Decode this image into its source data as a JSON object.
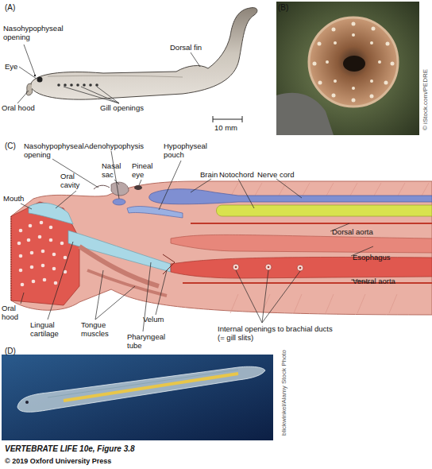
{
  "diagram": {
    "caption": "VERTEBRATE LIFE 10e, Figure 3.8",
    "labels": [
      "(A)",
      "Nasohypophyseal opening",
      "Eye",
      "Oral hood",
      "Gill openings",
      "Dorsal fin",
      "10 mm",
      "(B)",
      "© iStock.com/PEDRE",
      "(C)",
      "Nasohypophyseal opening",
      "Adenohypophysis",
      "Hypophyseal pouch",
      "Oral cavity",
      "Nasal sac",
      "Pineal eye",
      "Brain",
      "Notochord",
      "Nerve cord",
      "Mouth",
      "Dorsal aorta",
      "Esophagus",
      "Ventral aorta",
      "Oral hood",
      "Lingual cartilage",
      "Tongue muscles",
      "Velum",
      "Pharyngeal tube",
      "Internal openings to brachial ducts (= gill slits)",
      "(D)",
      "blickwinkel/Alamy Stock Photo",
      "© 2019 Oxford University Press"
    ]
  }
}
